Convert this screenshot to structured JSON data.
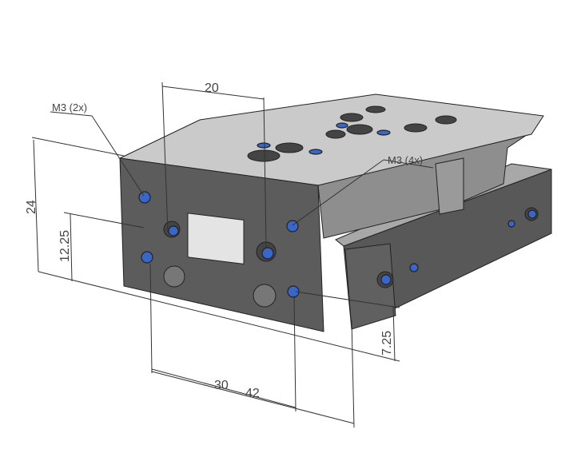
{
  "title": "Slide unit dimension drawing",
  "annotations": {
    "m3_2x": "M3 (2x)",
    "m3_4x": "M3 (4x)"
  },
  "dimensions": {
    "width_top": "20",
    "height_total": "24",
    "height_mid": "12.25",
    "height_right": "7.25",
    "length_30": "30",
    "length_42": "42"
  },
  "colors": {
    "body_front": "#5c5c5c",
    "body_top": "#c9c9c9",
    "thread": "#3a66c8"
  }
}
